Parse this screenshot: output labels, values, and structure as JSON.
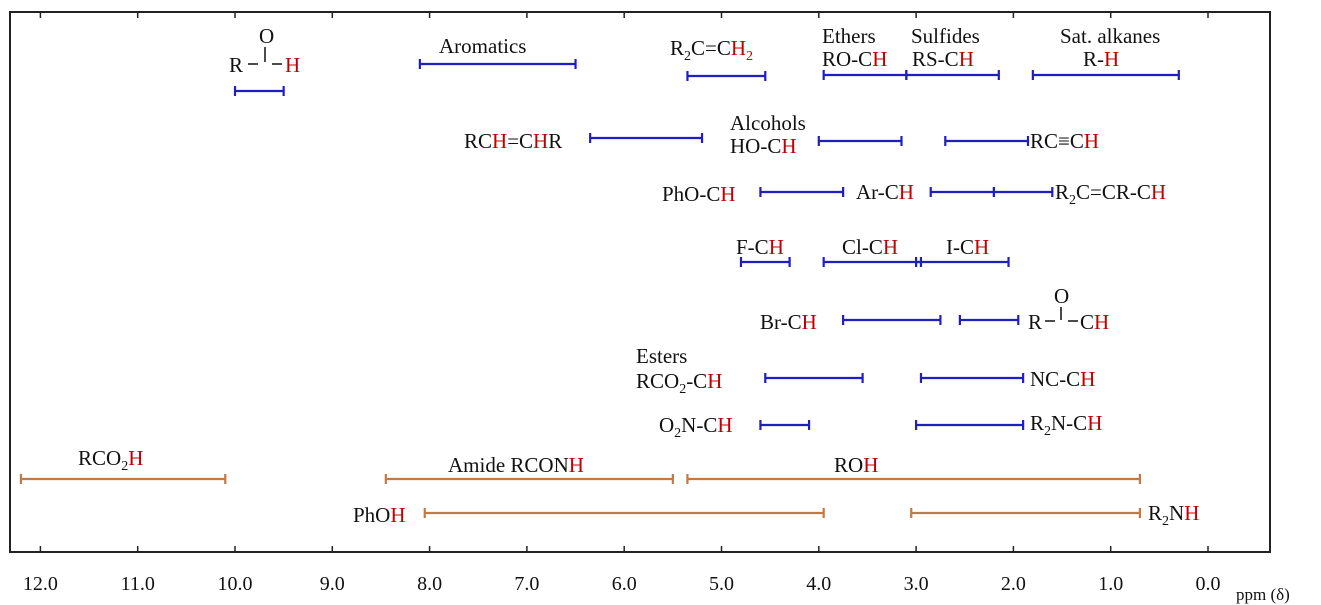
{
  "chart_data": {
    "type": "range",
    "axis": {
      "label": "ppm (δ)",
      "reversed": true,
      "xlim": [
        12.2,
        -0.05
      ],
      "ticks": [
        "12.0",
        "11.0",
        "10.0",
        "9.0",
        "8.0",
        "7.0",
        "6.0",
        "5.0",
        "4.0",
        "3.0",
        "2.0",
        "1.0",
        "0.0"
      ]
    },
    "colors": {
      "ch": "#1f1fbf",
      "exchangeable": "#c07a45",
      "highlight_H": "#c00000"
    },
    "ranges": [
      {
        "label": "RCHO",
        "row": 1,
        "kind": "ch",
        "from": 10.0,
        "to": 9.5
      },
      {
        "label": "Aromatics",
        "row": 1,
        "kind": "ch",
        "from": 8.1,
        "to": 6.5
      },
      {
        "label": "R2C=CH2",
        "row": 1,
        "kind": "ch",
        "from": 5.35,
        "to": 4.55
      },
      {
        "label": "Ethers RO-CH",
        "row": 1,
        "kind": "ch",
        "from": 3.95,
        "to": 3.1
      },
      {
        "label": "Sulfides RS-CH",
        "row": 1,
        "kind": "ch",
        "from": 3.1,
        "to": 2.15
      },
      {
        "label": "Sat. alkanes R-H",
        "row": 1,
        "kind": "ch",
        "from": 1.8,
        "to": 0.3
      },
      {
        "label": "RCH=CHR",
        "row": 2,
        "kind": "ch",
        "from": 6.35,
        "to": 5.2
      },
      {
        "label": "Alcohols HO-CH",
        "row": 2,
        "kind": "ch",
        "from": 4.0,
        "to": 3.15
      },
      {
        "label": "RC≡CH",
        "row": 2,
        "kind": "ch",
        "from": 2.7,
        "to": 1.85
      },
      {
        "label": "PhO-CH",
        "row": 3,
        "kind": "ch",
        "from": 4.6,
        "to": 3.75
      },
      {
        "label": "Ar-CH",
        "row": 3,
        "kind": "ch",
        "from": 2.85,
        "to": 2.2
      },
      {
        "label": "R2C=CR-CH",
        "row": 3,
        "kind": "ch",
        "from": 2.2,
        "to": 1.6
      },
      {
        "label": "F-CH",
        "row": 4,
        "kind": "ch",
        "from": 4.8,
        "to": 4.3
      },
      {
        "label": "Cl-CH",
        "row": 4,
        "kind": "ch",
        "from": 3.95,
        "to": 2.95
      },
      {
        "label": "I-CH",
        "row": 4,
        "kind": "ch",
        "from": 3.0,
        "to": 2.05
      },
      {
        "label": "Br-CH",
        "row": 5,
        "kind": "ch",
        "from": 3.75,
        "to": 2.75
      },
      {
        "label": "RCOCH",
        "row": 5,
        "kind": "ch",
        "from": 2.55,
        "to": 1.95
      },
      {
        "label": "Esters RCO2-CH",
        "row": 6,
        "kind": "ch",
        "from": 4.55,
        "to": 3.55
      },
      {
        "label": "NC-CH",
        "row": 6,
        "kind": "ch",
        "from": 2.95,
        "to": 1.9
      },
      {
        "label": "O2N-CH",
        "row": 7,
        "kind": "ch",
        "from": 4.6,
        "to": 4.1
      },
      {
        "label": "R2N-CH",
        "row": 7,
        "kind": "ch",
        "from": 3.0,
        "to": 1.9
      },
      {
        "label": "RCO2H",
        "row": 8,
        "kind": "exchangeable",
        "from": 12.2,
        "to": 10.1
      },
      {
        "label": "Amide RCONH",
        "row": 8,
        "kind": "exchangeable",
        "from": 8.45,
        "to": 5.5
      },
      {
        "label": "ROH",
        "row": 8,
        "kind": "exchangeable",
        "from": 5.35,
        "to": 0.7
      },
      {
        "label": "PhOH",
        "row": 9,
        "kind": "exchangeable",
        "from": 8.05,
        "to": 3.95
      },
      {
        "label": "R2NH",
        "row": 9,
        "kind": "exchangeable",
        "from": 3.05,
        "to": 0.7
      }
    ],
    "labels": {
      "aldehyde_R": "R",
      "aldehyde_O": "O",
      "aldehyde_H": "H",
      "aromatics": "Aromatics",
      "vinylidene_a": "R",
      "vinylidene_b": "C=C",
      "vinylidene_H": "H",
      "ethers_title": "Ethers",
      "ethers_a": "RO-C",
      "ethers_H": "H",
      "sulfides_title": "Sulfides",
      "sulfides_a": "RS-C",
      "sulfides_H": "H",
      "alkanes_title": "Sat. alkanes",
      "alkanes_a": "R-",
      "alkanes_H": "H",
      "alkene_a": "RC",
      "alkene_H": "H",
      "alkene_b": "=C",
      "alkene_H2": "H",
      "alkene_c": "R",
      "alcohols_title": "Alcohols",
      "alcohols_a": "HO-C",
      "alcohols_H": "H",
      "alkyne_a": "RC≡C",
      "alkyne_H": "H",
      "pho_a": "PhO-C",
      "pho_H": "H",
      "arch_a": "Ar-C",
      "arch_H": "H",
      "allyl_a": "R",
      "allyl_b": "C=CR-C",
      "allyl_H": "H",
      "fch_a": "F-C",
      "fch_H": "H",
      "clch_a": "Cl-C",
      "clch_H": "H",
      "ich_a": "I-C",
      "ich_H": "H",
      "brch_a": "Br-C",
      "brch_H": "H",
      "ketone_R": "R",
      "ketone_O": "O",
      "ketone_C": "C",
      "ketone_H": "H",
      "esters_title": "Esters",
      "esters_a": "RCO",
      "esters_b": "-C",
      "esters_H": "H",
      "ncch_a": "NC-C",
      "ncch_H": "H",
      "no2_a": "O",
      "no2_b": "N-C",
      "no2_H": "H",
      "amine_a": "R",
      "amine_b": "N-C",
      "amine_H": "H",
      "acid_a": "RCO",
      "acid_H": "H",
      "amide_a": "Amide RCON",
      "amide_H": "H",
      "roh_a": "RO",
      "roh_H": "H",
      "phoh_a": "PhO",
      "phoh_H": "H",
      "r2nh_a": "R",
      "r2nh_b": "N",
      "r2nh_H": "H",
      "sub2": "2"
    }
  }
}
